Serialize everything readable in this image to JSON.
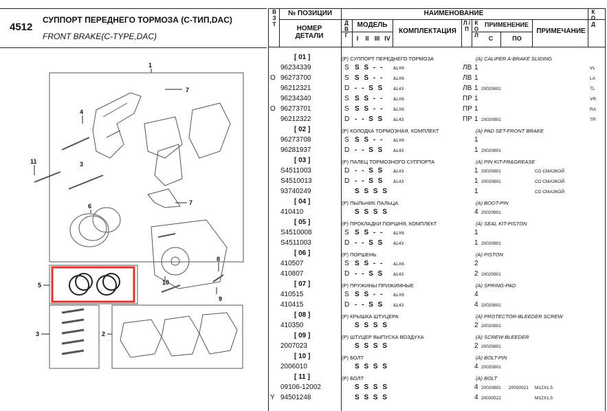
{
  "header": {
    "code": "4512",
    "title_ru": "СУППОРТ ПЕРЕДНЕГО ТОРМОЗА (C-ТИП,DAC)",
    "title_en": "FRONT BRAKE(C-TYPE,DAC)",
    "col_vzt": "В З Т",
    "col_position": "№ ПОЗИЦИИ",
    "col_part_number": "НОМЕР ДЕТАЛИ",
    "col_dvg": "Д В Г",
    "col_model": "МОДЕЛЬ",
    "model_cols": [
      "I",
      "II",
      "III",
      "IV"
    ],
    "col_naimenovanie": "НАИМЕНОВАНИЕ",
    "col_komplektaciya": "КОМПЛЕКТАЦИЯ",
    "col_lp": "Л / П",
    "col_kol": "К О Л",
    "col_primenenie": "ПРИМЕНЕНИЕ",
    "col_s": "С",
    "col_po": "ПО",
    "col_primechanie": "ПРИМЕЧАНИЕ",
    "col_kod": "К О Д"
  },
  "diagram": {
    "callouts": [
      "1",
      "7",
      "4",
      "11",
      "3",
      "7",
      "6",
      "5",
      "3",
      "2",
      "8",
      "9",
      "10"
    ]
  },
  "rows": [
    {
      "id": "[ 01 ]",
      "desc": "(P) СУППОРТ ПЕРЕДНЕГО ТОРМОЗА",
      "en": "(A) CALIPER A-BRAKE SLIDING"
    },
    {
      "v": "",
      "num": "96234339",
      "d": "S",
      "m": "S S - -",
      "k": "&LX6",
      "lp": "ЛВ",
      "q": "1",
      "s": "",
      "po": "",
      "note": "",
      "code": "VL"
    },
    {
      "v": "O",
      "num": "96273700",
      "d": "S",
      "m": "S S - -",
      "k": "&LX6",
      "lp": "ЛВ",
      "q": "1",
      "s": "",
      "po": "",
      "note": "",
      "code": "LA"
    },
    {
      "v": "",
      "num": "96212321",
      "d": "D",
      "m": "- - S S",
      "k": "&L43",
      "lp": "ЛВ",
      "q": "1",
      "s": "20020801",
      "po": "",
      "note": "",
      "code": "TL"
    },
    {
      "v": "",
      "num": "96234340",
      "d": "S",
      "m": "S S - -",
      "k": "&LX6",
      "lp": "ПР",
      "q": "1",
      "s": "",
      "po": "",
      "note": "",
      "code": "VR"
    },
    {
      "v": "O",
      "num": "96273701",
      "d": "S",
      "m": "S S - -",
      "k": "&LX6",
      "lp": "ПР",
      "q": "1",
      "s": "",
      "po": "",
      "note": "",
      "code": "RA"
    },
    {
      "v": "",
      "num": "96212322",
      "d": "D",
      "m": "- - S S",
      "k": "&L43",
      "lp": "ПР",
      "q": "1",
      "s": "20020801",
      "po": "",
      "note": "",
      "code": "TR"
    },
    {
      "id": "[ 02 ]",
      "desc": "(P) КОЛОДКА ТОРМОЗНАЯ, КОМПЛЕКТ",
      "en": "(A) PAD SET-FRONT BRAKE"
    },
    {
      "v": "",
      "num": "96273708",
      "d": "S",
      "m": "S S - -",
      "k": "&LX6",
      "lp": "",
      "q": "1",
      "s": "",
      "po": "",
      "note": "",
      "code": ""
    },
    {
      "v": "",
      "num": "96281937",
      "d": "D",
      "m": "- - S S",
      "k": "&L43",
      "lp": "",
      "q": "1",
      "s": "20020801",
      "po": "",
      "note": "",
      "code": ""
    },
    {
      "id": "[ 03 ]",
      "desc": "(P) ПАЛЕЦ ТОРМОЗНОГО СУППОРТА",
      "en": "(A) PIN KIT-FR&GREASE"
    },
    {
      "v": "",
      "num": "S4511003",
      "d": "D",
      "m": "- - S S",
      "k": "&L43",
      "lp": "",
      "q": "1",
      "s": "20020801",
      "po": "",
      "note": "СО СМАЗКОЙ",
      "code": ""
    },
    {
      "v": "",
      "num": "S4510013",
      "d": "D",
      "m": "- - S S",
      "k": "&L43",
      "lp": "",
      "q": "1",
      "s": "20020801",
      "po": "",
      "note": "СО СМАЗКОЙ",
      "code": ""
    },
    {
      "v": "",
      "num": "93740249",
      "d": "",
      "m": "S S S S",
      "k": "",
      "lp": "",
      "q": "1",
      "s": "",
      "po": "",
      "note": "СО СМАЗКОЙ",
      "code": ""
    },
    {
      "id": "[ 04 ]",
      "desc": "(P) ПЫЛЬНИК ПАЛЬЦА",
      "en": "(A) BOOT-PIN"
    },
    {
      "v": "",
      "num": "410410",
      "d": "",
      "m": "S S S S",
      "k": "",
      "lp": "",
      "q": "4",
      "s": "20020801",
      "po": "",
      "note": "",
      "code": ""
    },
    {
      "id": "[ 05 ]",
      "desc": "(P) ПРОКЛАДКИ ПОРШНЯ, КОМПЛЕКТ",
      "en": "(A) SEAL KIT-PISTON"
    },
    {
      "v": "",
      "num": "S4510008",
      "d": "S",
      "m": "S S - -",
      "k": "&LX6",
      "lp": "",
      "q": "1",
      "s": "",
      "po": "",
      "note": "",
      "code": ""
    },
    {
      "v": "",
      "num": "S4511003",
      "d": "D",
      "m": "- - S S",
      "k": "&L43",
      "lp": "",
      "q": "1",
      "s": "20020801",
      "po": "",
      "note": "",
      "code": ""
    },
    {
      "id": "[ 06 ]",
      "desc": "(P) ПОРШЕНЬ",
      "en": "(A) PISTON"
    },
    {
      "v": "",
      "num": "410507",
      "d": "S",
      "m": "S S - -",
      "k": "&LX6",
      "lp": "",
      "q": "2",
      "s": "",
      "po": "",
      "note": "",
      "code": ""
    },
    {
      "v": "",
      "num": "410807",
      "d": "D",
      "m": "- - S S",
      "k": "&L43",
      "lp": "",
      "q": "2",
      "s": "20020801",
      "po": "",
      "note": "",
      "code": ""
    },
    {
      "id": "[ 07 ]",
      "desc": "(P) ПРУЖИНЫ ПРИЖИМНЫЕ",
      "en": "(A) SPRING-PAD"
    },
    {
      "v": "",
      "num": "410515",
      "d": "S",
      "m": "S S - -",
      "k": "&LX6",
      "lp": "",
      "q": "4",
      "s": "",
      "po": "",
      "note": "",
      "code": ""
    },
    {
      "v": "",
      "num": "410415",
      "d": "D",
      "m": "- - S S",
      "k": "&L43",
      "lp": "",
      "q": "4",
      "s": "20020801",
      "po": "",
      "note": "",
      "code": ""
    },
    {
      "id": "[ 08 ]",
      "desc": "(P) КРЫШКА ШТУЦЕРА",
      "en": "(A) PROTECTOR-BLEEDER SCREW"
    },
    {
      "v": "",
      "num": "410350",
      "d": "",
      "m": "S S S S",
      "k": "",
      "lp": "",
      "q": "2",
      "s": "20020801",
      "po": "",
      "note": "",
      "code": ""
    },
    {
      "id": "[ 09 ]",
      "desc": "(P) ШТУЦЕР ВЫПУСКА ВОЗДУХА",
      "en": "(A) SCREW-BLEEDER"
    },
    {
      "v": "",
      "num": "2007023",
      "d": "",
      "m": "S S S S",
      "k": "",
      "lp": "",
      "q": "2",
      "s": "20020801",
      "po": "",
      "note": "",
      "code": ""
    },
    {
      "id": "[ 10 ]",
      "desc": "(P) БОЛТ",
      "en": "(A) BOLT-PIN"
    },
    {
      "v": "",
      "num": "2006010",
      "d": "",
      "m": "S S S S",
      "k": "",
      "lp": "",
      "q": "4",
      "s": "20020801",
      "po": "",
      "note": "",
      "code": ""
    },
    {
      "id": "[ 11 ]",
      "desc": "(P) БОЛТ",
      "en": "(A) BOLT"
    },
    {
      "v": "",
      "num": "09106-12002",
      "d": "",
      "m": "S S S S",
      "k": "",
      "lp": "",
      "q": "4",
      "s": "20020801",
      "po": "20030521",
      "note": "M12X1.5",
      "code": ""
    },
    {
      "v": "Y",
      "num": "94501248",
      "d": "",
      "m": "S S S S",
      "k": "",
      "lp": "",
      "q": "4",
      "s": "20030522",
      "po": "",
      "note": "M12X1.5",
      "code": ""
    }
  ]
}
